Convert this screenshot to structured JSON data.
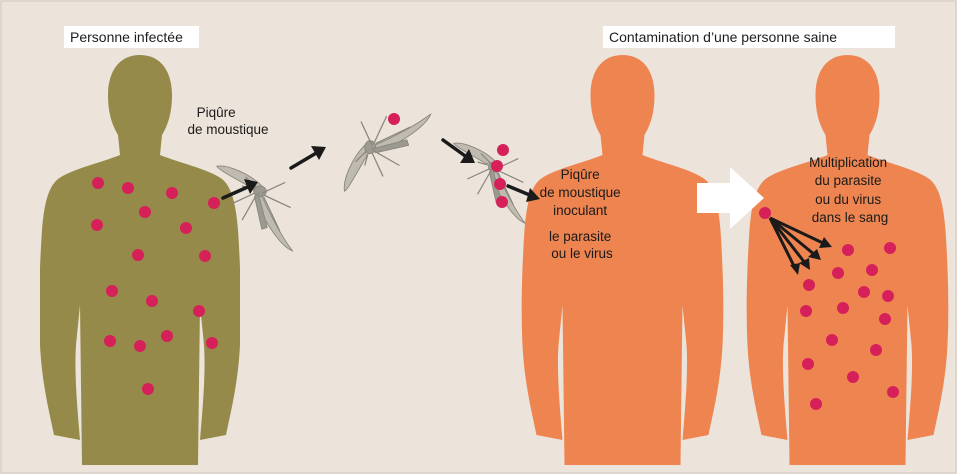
{
  "labels": {
    "infected_person": "Personne infectée",
    "contamination": "Contamination d’une personne saine"
  },
  "captions": {
    "bite": [
      "Piqûre",
      "de moustique"
    ],
    "inoculation": [
      "Piqûre",
      "de moustique",
      "inoculant",
      "le parasite",
      "ou le virus"
    ],
    "multiplication": [
      "Multiplication",
      "du parasite",
      "ou du virus",
      "dans le  sang"
    ]
  },
  "colors": {
    "background": "#ece4da",
    "infected_body": "#968a4a",
    "healthy_body": "#ee8550",
    "parasite": "#d6205a",
    "mosquito": "#9c9990",
    "arrow": "#1a1a1a",
    "big_arrow": "#ffffff"
  },
  "icons": {
    "mosquito": "mosquito-icon",
    "parasite": "parasite-dot"
  }
}
